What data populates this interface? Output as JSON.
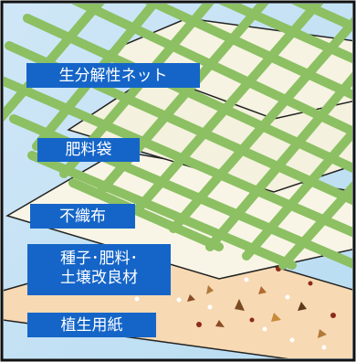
{
  "layers": {
    "net": "生分解性ネット",
    "fertilizer_bag": "肥料袋",
    "nonwoven": "不織布",
    "seed_line1": "種子･肥料･",
    "seed_line2": "土壌改良材",
    "paper": "植生用紙"
  },
  "colors": {
    "label_bg": "#1565c8",
    "label_text": "#ffffff",
    "net_green": "#8cc063",
    "paper_tan": "#f7d9b3",
    "nonwoven_cream": "#f8f5e6",
    "sky_blue": "#c9e4f5",
    "frame": "#111111"
  }
}
